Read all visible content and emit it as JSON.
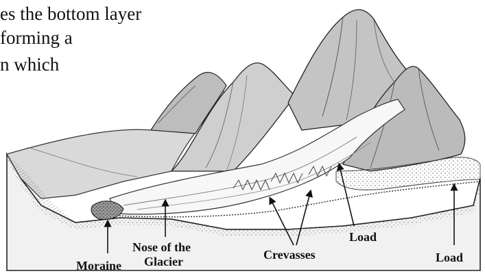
{
  "caption": {
    "line1": "es the bottom layer",
    "line2": "forming a",
    "line3": "n which"
  },
  "labels": {
    "moraine": "Moraine",
    "nose_line1": "Nose of the",
    "nose_line2": "Glacier",
    "crevasses": "Crevasses",
    "load_center": "Load",
    "load_right": "Load"
  }
}
